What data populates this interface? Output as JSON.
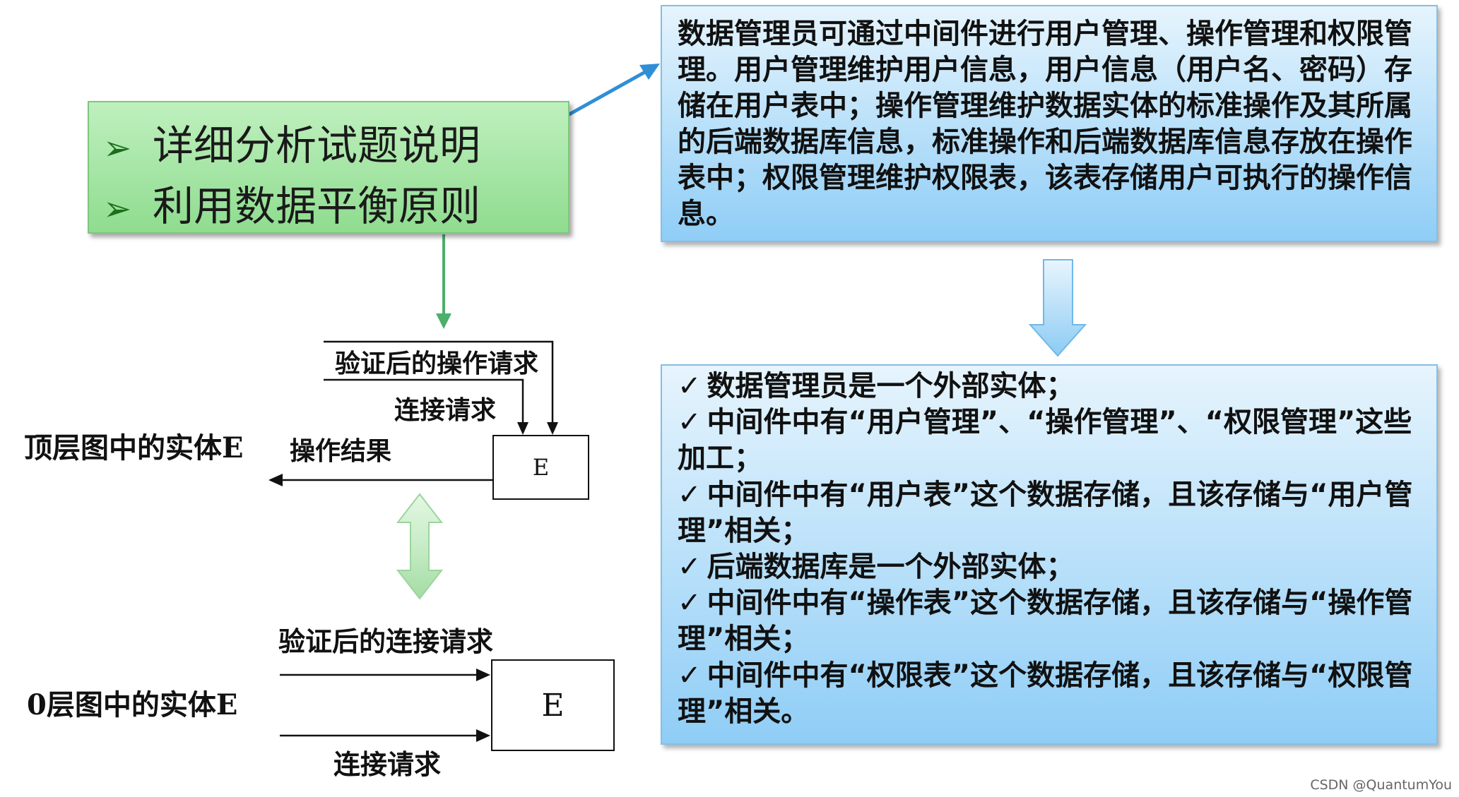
{
  "green_box": {
    "items": [
      "详细分析试题说明",
      "利用数据平衡原则"
    ]
  },
  "blue_top": {
    "text": "数据管理员可通过中间件进行用户管理、操作管理和权限管理。用户管理维护用户信息，用户信息（用户名、密码）存储在用户表中；操作管理维护数据实体的标准操作及其所属的后端数据库信息，标准操作和后端数据库信息存放在操作表中；权限管理维护权限表，该表存储用户可执行的操作信息。"
  },
  "blue_bottom": {
    "items": [
      "数据管理员是一个外部实体；",
      "中间件中有“用户管理”、“操作管理”、“权限管理”这些加工；",
      "中间件中有“用户表”这个数据存储，且该存储与“用户管理”相关；",
      "后端数据库是一个外部实体；",
      "中间件中有“操作表”这个数据存储，且该存储与“操作管理”相关；",
      "中间件中有“权限表”这个数据存储，且该存储与“权限管理”相关。"
    ],
    "check_symbol": "✓"
  },
  "top_diagram": {
    "caption": "顶层图中的实体E",
    "entity": "E",
    "flow_verified_op": "验证后的操作请求",
    "flow_connect": "连接请求",
    "flow_result": "操作结果"
  },
  "level0_diagram": {
    "caption": "0层图中的实体E",
    "entity": "E",
    "flow_verified_connect": "验证后的连接请求",
    "flow_connect": "连接请求"
  },
  "watermark": "CSDN @QuantumYou",
  "colors": {
    "green_fill": "#a8e6a8",
    "green_arrow": "#4caf6a",
    "blue_fill": "#bfe3fa",
    "blue_arrow": "#2f8fd6"
  }
}
